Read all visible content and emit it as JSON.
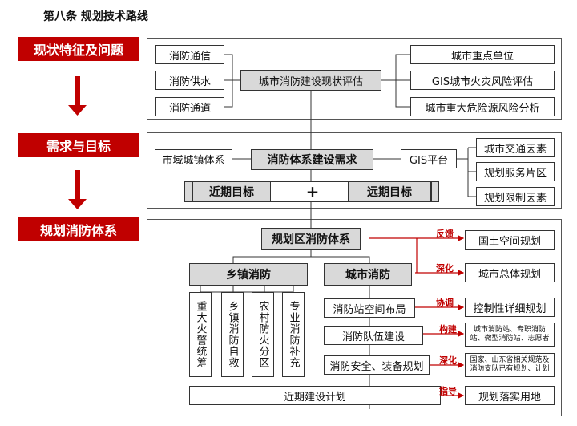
{
  "title": "第八条  规划技术路线",
  "stages": {
    "s1": "现状特征及问题",
    "s2": "需求与目标",
    "s3": "规划消防体系"
  },
  "status": {
    "left": [
      "消防通信",
      "消防供水",
      "消防通道"
    ],
    "center": "城市消防建设现状评估",
    "right": [
      "城市重点单位",
      "GIS城市火灾风险评估",
      "城市重大危险源风险分析"
    ]
  },
  "demand": {
    "left": "市域城镇体系",
    "center": "消防体系建设需求",
    "gis": "GIS平台",
    "right": [
      "城市交通因素",
      "规划服务片区",
      "规划限制因素"
    ],
    "near": "近期目标",
    "plus": "+",
    "far": "远期目标"
  },
  "system": {
    "top": "规划区消防体系",
    "township": "乡镇消防",
    "city": "城市消防",
    "township_cols": [
      "重大火警统筹",
      "乡镇消防自救",
      "农村防火分区",
      "专业消防补充"
    ],
    "city_items": [
      "消防站空间布局",
      "消防队伍建设",
      "消防安全、装备规划"
    ],
    "bottom": "近期建设计划",
    "links": [
      "反馈",
      "深化",
      "协调",
      "构建",
      "深化",
      "指导"
    ],
    "right": [
      "国土空间规划",
      "城市总体规划",
      "控制性详细规划",
      "城市消防站、专职消防站、微型消防站、志愿者",
      "国家、山东省相关规范及消防支队已有规划、计划",
      "规划落实用地"
    ]
  }
}
